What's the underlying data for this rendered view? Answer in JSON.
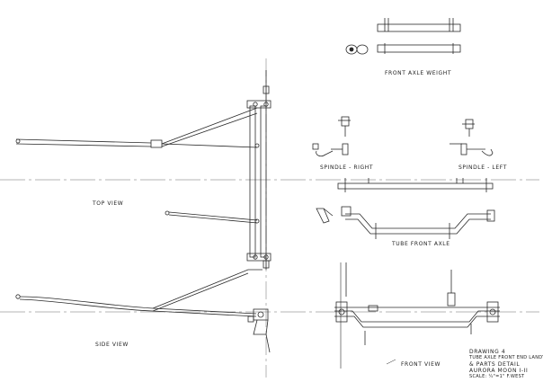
{
  "drawing": {
    "labels": {
      "front_axle_weight": "FRONT AXLE WEIGHT",
      "spindle_right": "SPINDLE - RIGHT",
      "spindle_left": "SPINDLE - LEFT",
      "tube_front_axle": "TUBE FRONT AXLE",
      "top_view": "TOP VIEW",
      "side_view": "SIDE VIEW",
      "front_view": "FRONT VIEW"
    },
    "title_block": {
      "line1": "DRAWING 4",
      "line2": "TUBE AXLE FRONT END LANDY",
      "line3": "& PARTS DETAIL",
      "line4": "AURORA MOON I-II",
      "line5": "SCALE: ¼\"=1\"   F.WEST"
    },
    "ink_color": "#2a2a2a",
    "centerline_color": "#6a6a6a"
  }
}
